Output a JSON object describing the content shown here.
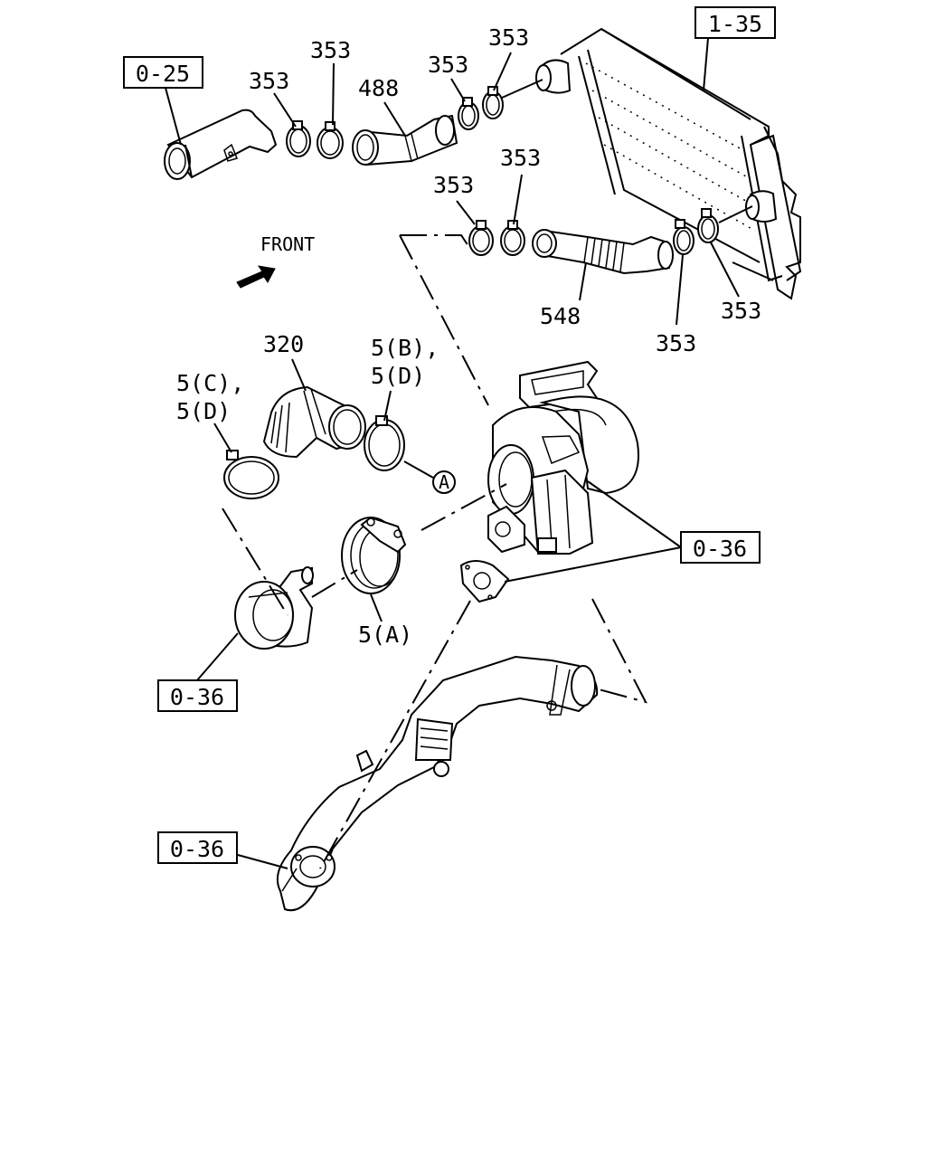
{
  "diagram": {
    "front_label": "FRONT",
    "marker_a": "A",
    "refs": {
      "r0_25": "0-25",
      "r1_35": "1-35",
      "r0_36_right": "0-36",
      "r0_36_left": "0-36",
      "r0_36_bottom": "0-36"
    },
    "parts": {
      "p353_a": "353",
      "p353_b": "353",
      "p353_c": "353",
      "p353_d": "353",
      "p353_e": "353",
      "p353_f": "353",
      "p353_g": "353",
      "p353_h": "353",
      "p488": "488",
      "p548": "548",
      "p320": "320",
      "p5b_line1": "5(B),",
      "p5b_line2": "5(D)",
      "p5c_line1": "5(C),",
      "p5c_line2": "5(D)",
      "p5a": "5(A)"
    }
  }
}
